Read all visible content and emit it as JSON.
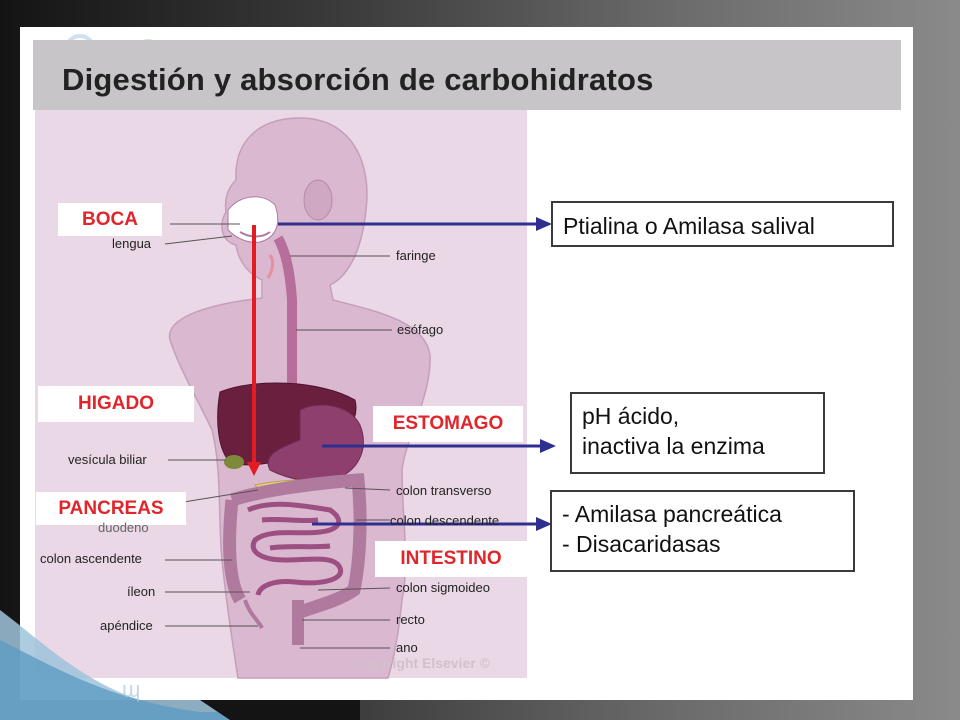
{
  "title": "Digestión y absorción de carbohidratos",
  "organs": {
    "boca": "BOCA",
    "higado": "HIGADO",
    "estomago": "ESTOMAGO",
    "pancreas": "PANCREAS",
    "intestino": "INTESTINO"
  },
  "anatomy_labels": {
    "lengua": "lengua",
    "faringe": "faringe",
    "esofago": "esófago",
    "vesicula": "vesícula biliar",
    "duodeno": "duodeno",
    "colon_transverso": "colon transverso",
    "colon_descendente": "colon descendente",
    "colon_ascendente": "colon ascendente",
    "ileon": "íleon",
    "apendice": "apéndice",
    "colon_sigmoideo": "colon sigmoideo",
    "recto": "recto",
    "ano": "ano"
  },
  "enzymes": {
    "saliva": "Ptialina o Amilasa salival",
    "stomach_line1": "pH ácido,",
    "stomach_line2": "inactiva la enzima",
    "pancreas_line1": "- Amilasa pancreática",
    "pancreas_line2": "- Disacaridasas"
  },
  "copyright": "Copyright Elsevier ©",
  "colors": {
    "organ_label": "#e0262b",
    "arrow_blue": "#2e2f8f",
    "arrow_red": "#e31b23",
    "liver": "#6a1f3f",
    "body": "#d9b8d0"
  }
}
